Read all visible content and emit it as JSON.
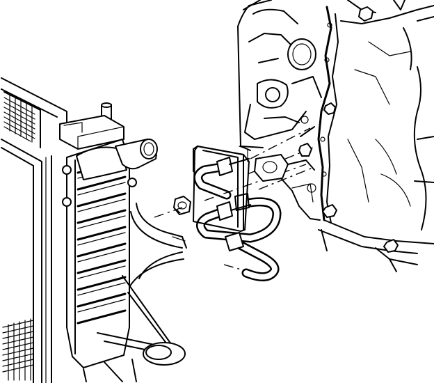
{
  "figure": {
    "kind": "exploded technical line drawing",
    "components": [
      {
        "id": "radiator-core",
        "icon": "radiator-icon"
      },
      {
        "id": "radiator-side-tank",
        "icon": "coolant-tank-icon"
      },
      {
        "id": "upper-radiator-hose",
        "icon": "hose-icon"
      },
      {
        "id": "transmission-oil-cooler-lines",
        "icon": "cooler-line-icon"
      },
      {
        "id": "cooler-line-bracket",
        "icon": "bracket-icon"
      },
      {
        "id": "retaining-nut",
        "icon": "nut-icon"
      },
      {
        "id": "transmission-case",
        "icon": "transmission-icon"
      }
    ],
    "colors": {
      "ink": "#000000",
      "paper": "#ffffff"
    }
  }
}
